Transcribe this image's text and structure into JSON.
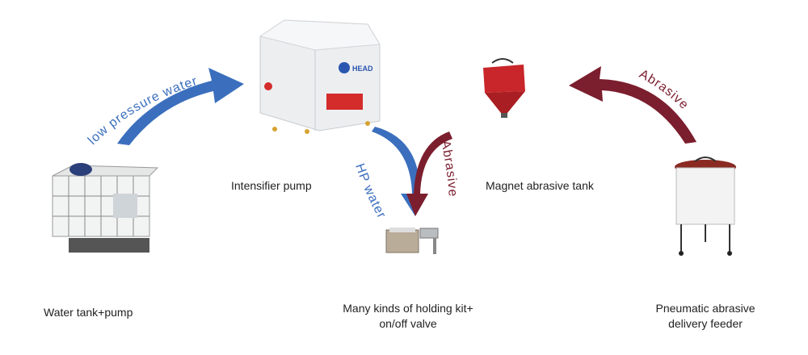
{
  "colors": {
    "water": "#3b6fbe",
    "abrasive": "#7b1e2e",
    "tank_red": "#c8262a"
  },
  "flows": {
    "low_pressure_water": "low pressure water",
    "abrasive_top": "Abrasive",
    "hp_water": "HP water",
    "abrasive_down": "Abrasive"
  },
  "components": {
    "intensifier_pump": "Intensifier pump",
    "magnet_abrasive_tank": "Magnet abrasive tank",
    "water_tank": "Water tank+pump",
    "holding_kit_line1": "Many kinds of holding kit+",
    "holding_kit_line2": "on/off valve",
    "feeder_line1": "Pneumatic abrasive",
    "feeder_line2": "delivery feeder"
  },
  "logos": {
    "pump_brand": "HEAD"
  }
}
